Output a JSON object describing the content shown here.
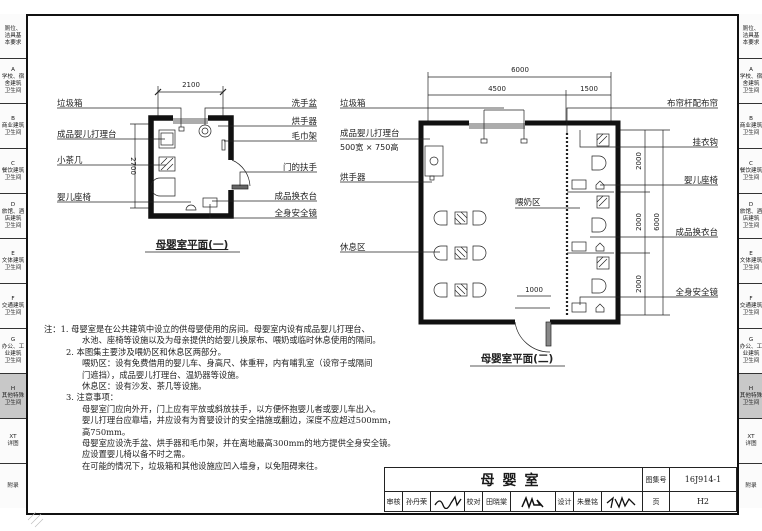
{
  "side_tabs": [
    {
      "code": "",
      "lines": [
        "厕位、",
        "洁具基",
        "本要求"
      ]
    },
    {
      "code": "A",
      "lines": [
        "学校、宿",
        "舍建筑",
        "卫生间"
      ]
    },
    {
      "code": "B",
      "lines": [
        "商业建筑",
        "卫生间"
      ]
    },
    {
      "code": "C",
      "lines": [
        "餐饮建筑",
        "卫生间"
      ]
    },
    {
      "code": "D",
      "lines": [
        "旅馆、酒",
        "店建筑",
        "卫生间"
      ]
    },
    {
      "code": "E",
      "lines": [
        "文体建筑",
        "卫生间"
      ]
    },
    {
      "code": "F",
      "lines": [
        "交通建筑",
        "卫生间"
      ]
    },
    {
      "code": "G",
      "lines": [
        "办公、工",
        "业建筑",
        "卫生间"
      ]
    },
    {
      "code": "H",
      "lines": [
        "其他特殊",
        "卫生间"
      ],
      "active": true
    },
    {
      "code": "XT",
      "lines": [
        "详图"
      ]
    },
    {
      "code": "",
      "lines": [
        "附录"
      ]
    }
  ],
  "plan1": {
    "title": "母婴室平面(一)",
    "dim_width": "2100",
    "dim_depth": "2700",
    "labels_left": [
      "垃圾箱",
      "成品婴儿打理台",
      "小茶几",
      "婴儿座椅"
    ],
    "labels_right": [
      "洗手盆",
      "烘手器",
      "毛巾架",
      "门的扶手",
      "成品换衣台",
      "全身安全镜"
    ]
  },
  "plan2": {
    "title": "母婴室平面(二)",
    "dim_total": "6000",
    "dim_a": "4500",
    "dim_b": "1500",
    "dim_door": "1000",
    "dim_right": [
      "2000",
      "2000",
      "2000"
    ],
    "dim_right_total": "6000",
    "zone_feeding": "喂奶区",
    "labels_left": [
      "垃圾箱",
      "成品婴儿打理台",
      "500宽 × 750高",
      "烘手器",
      "休息区"
    ],
    "labels_right": [
      "布帘杆配布帘",
      "挂衣钩",
      "婴儿座椅",
      "成品换衣台",
      "全身安全镜"
    ]
  },
  "notes": {
    "prefix": "注：",
    "lines": [
      "1. 母婴室是在公共建筑中设立的供母婴使用的房间。母婴室内设有成品婴儿打理台、",
      "水池、座椅等设施以及为母亲提供的给婴儿换尿布、喂奶或临时休息使用的隔间。",
      "2. 本图集主要涉及喂奶区和休息区两部分。",
      "喂奶区：设有免费借用的婴儿车、身高尺、体重秤，内有哺乳室（设帘子或隔间",
      "门遮挡），成品婴儿打理台、温奶器等设施。",
      "休息区：设有沙发、茶几等设施。",
      "3. 注意事项：",
      "母婴室门应向外开，门上应有平放或斜放扶手，以方便怀抱婴儿者或婴儿车出入。",
      "婴儿打理台应靠墙，并应设有为育婴设计的安全措施或翻边，深度不应超过500mm，",
      "高750mm。",
      "母婴室应设洗手盆、烘手器和毛巾架，并在离地最高300mm的地方提供全身安全镜。",
      "应设置婴儿椅以备不时之需。",
      "在可能的情况下，垃圾箱和其他设施应凹入墙身，以免阻碍来往。"
    ]
  },
  "title_block": {
    "title": "母婴室",
    "atlas_label": "图集号",
    "atlas_no": "16J914-1",
    "review_label": "审核",
    "reviewer": "孙丹荣",
    "check_label": "校对",
    "checker": "田晓棠",
    "design_label": "设计",
    "designer": "朱曼铭",
    "page_label": "页",
    "page_no": "H2"
  }
}
